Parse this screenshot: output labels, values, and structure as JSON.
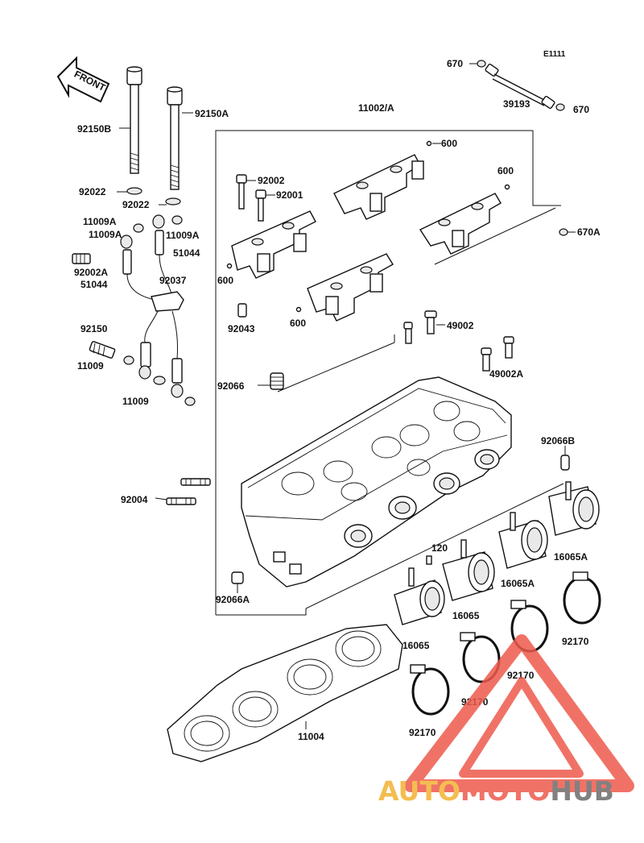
{
  "diagram": {
    "code": "E1111",
    "front_label": "FRONT",
    "parts": {
      "p670_top": "670",
      "p670_right": "670",
      "p39193": "39193",
      "p670A": "670A",
      "p11002A": "11002/A",
      "p600_a": "600",
      "p600_b": "600",
      "p600_c": "600",
      "p600_d": "600",
      "p92150B": "92150B",
      "p92150A": "92150A",
      "p92022_a": "92022",
      "p92022_b": "92022",
      "p92002": "92002",
      "p92001": "92001",
      "p11009A_a": "11009A",
      "p11009A_b": "11009A",
      "p11009A_c": "11009A",
      "p92002A": "92002A",
      "p51044_a": "51044",
      "p51044_b": "51044",
      "p92037": "92037",
      "p92043": "92043",
      "p49002": "49002",
      "p49002A": "49002A",
      "p92150": "92150",
      "p11009_a": "11009",
      "p11009_b": "11009",
      "p92066": "92066",
      "p92066B": "92066B",
      "p92004": "92004",
      "p92066A": "92066A",
      "p120": "120",
      "p16065_a": "16065",
      "p16065_b": "16065",
      "p16065A_a": "16065A",
      "p16065A_b": "16065A",
      "p92170_a": "92170",
      "p92170_b": "92170",
      "p92170_c": "92170",
      "p92170_d": "92170",
      "p11004": "11004"
    }
  },
  "watermark": {
    "part1": "AUTO",
    "part2": "MOTO",
    "part3": "HUB",
    "colors": {
      "auto": "#f3b233",
      "moto": "#ee5a4d",
      "hub": "#6c6c6c",
      "triangle": "#ee5a4d"
    }
  }
}
